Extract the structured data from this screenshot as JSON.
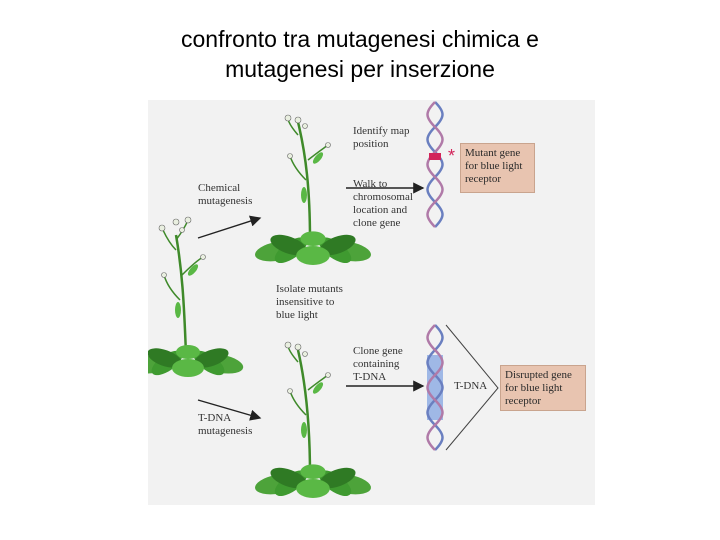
{
  "title": {
    "line1": "confronto tra mutagenesi chimica e",
    "line2": "mutagenesi per inserzione"
  },
  "figure": {
    "chemical_label": [
      "Chemical",
      "mutagenesis"
    ],
    "tdna_label": [
      "T-DNA",
      "mutagenesis"
    ],
    "isolate_label": [
      "Isolate mutants",
      "insensitive to",
      "blue light"
    ],
    "identify_label": [
      "Identify map",
      "position"
    ],
    "walk_label": [
      "Walk to",
      "chromosomal",
      "location and",
      "clone gene"
    ],
    "clone_label": [
      "Clone gene",
      "containing",
      "T-DNA"
    ],
    "mutant_box": [
      "Mutant gene",
      "for blue light",
      "receptor"
    ],
    "disrupted_box": [
      "Disrupted gene",
      "for blue light",
      "receptor"
    ],
    "tdna_insert_label": "T-DNA",
    "mutation_marker": "*"
  },
  "colors": {
    "stem": "#3f8a2a",
    "leaf": "#4da33a",
    "leaf_dark": "#2f7a24",
    "dna_strand1": "#6a7fc0",
    "dna_strand2": "#b07aa8",
    "mutation": "#d2245a",
    "tdna_band": "#9fb8e6",
    "box_fill": "#e8c4b0"
  }
}
